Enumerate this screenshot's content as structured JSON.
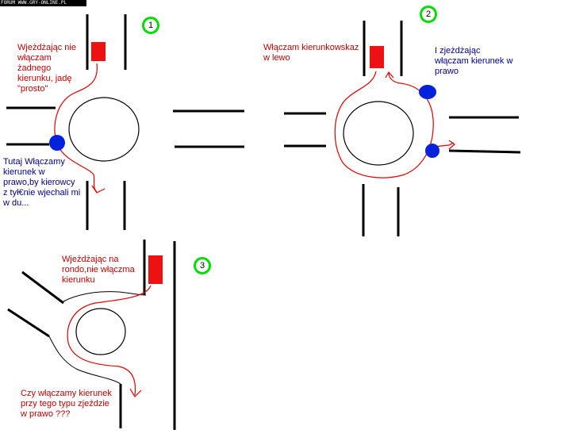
{
  "watermark": "FORUM WWW.GRY-ONLINE.PL",
  "diagrams": [
    {
      "number": "1",
      "notes": [
        {
          "text": "Wjeżdżając nie\nwłączam\nżadnego\nkierunku, jadę\n\"prosto\"",
          "color": "#c00000"
        },
        {
          "text": "Tutaj Włączamy\nkierunek w\nprawo,by kierowcy\nz tył€nie wjechali mi\nw du...",
          "color": "#00008b"
        }
      ]
    },
    {
      "number": "2",
      "notes": [
        {
          "text": "Włączam kierunkowskaz\nw lewo",
          "color": "#c00000"
        },
        {
          "text": "I zjeżdżając\nwłączam kierunek w\nprawo",
          "color": "#00008b"
        }
      ]
    },
    {
      "number": "3",
      "notes": [
        {
          "text": "Wjeżdżając na\nrondo,nie włączma\nkierunku",
          "color": "#c00000"
        },
        {
          "text": "Czy włączamy kierunek\nprzy tego typu zjeździe\nw prawo ???",
          "color": "#c00000"
        }
      ]
    }
  ],
  "colors": {
    "road": "#000000",
    "path": "#e00000",
    "car": "#ee1111",
    "indicator": "#0022dd",
    "badge": "#00dd00"
  }
}
